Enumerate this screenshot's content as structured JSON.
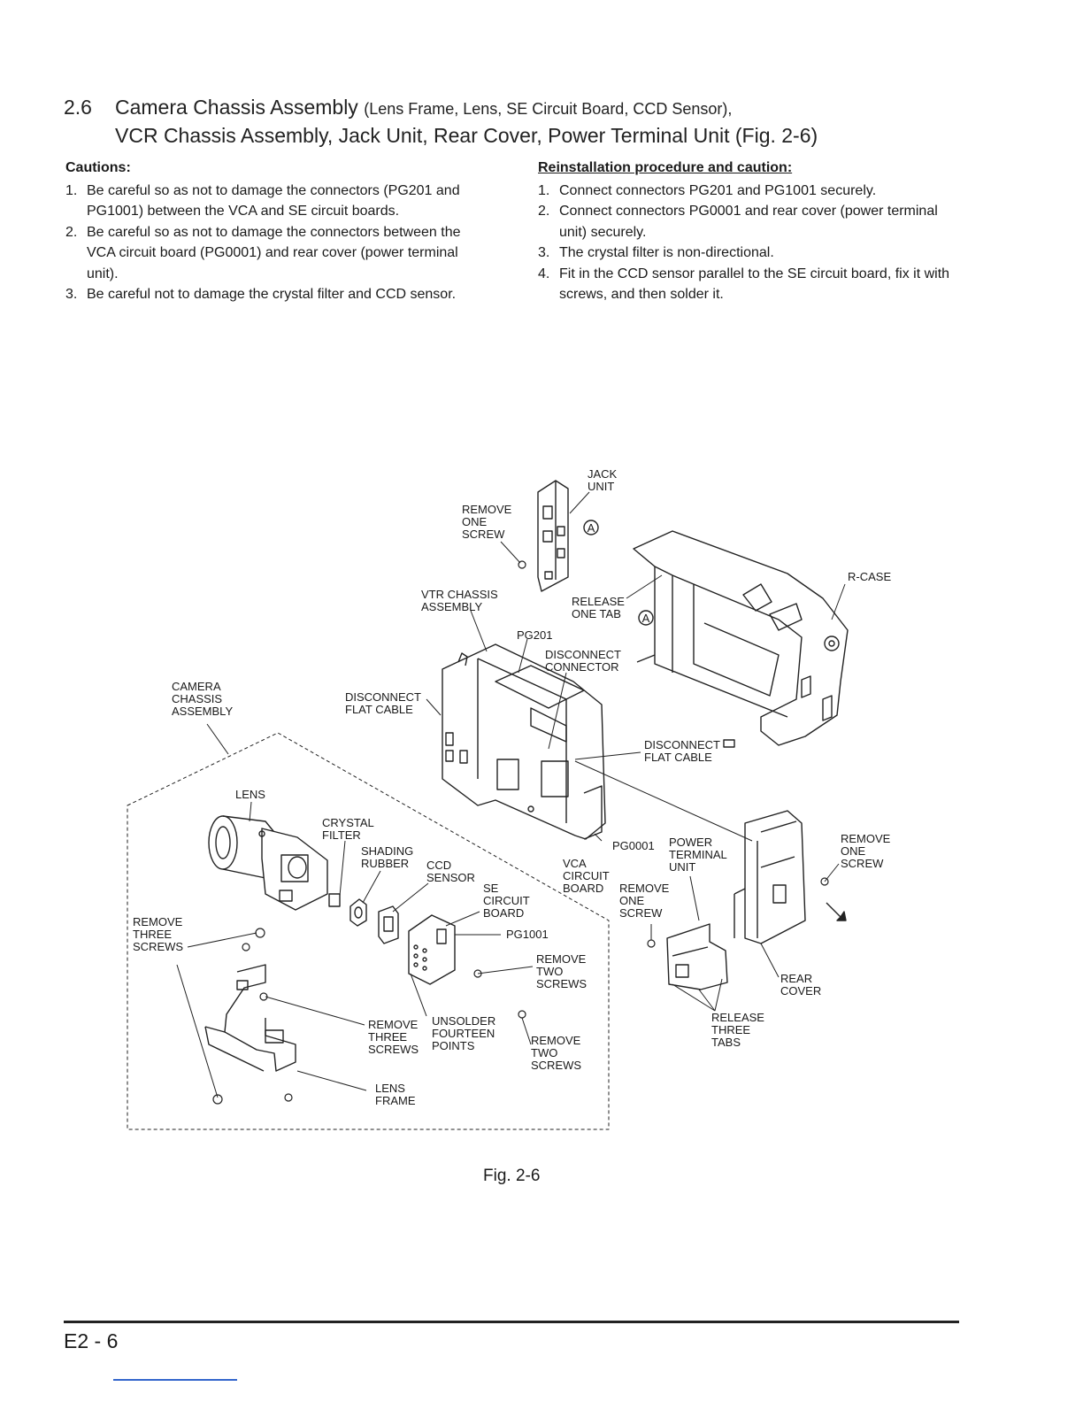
{
  "heading": {
    "number": "2.6",
    "title_main": "Camera Chassis Assembly",
    "title_sub": "(Lens Frame, Lens, SE Circuit Board, CCD Sensor),",
    "line2": "VCR Chassis Assembly, Jack Unit, Rear Cover, Power Terminal Unit  (Fig. 2-6)"
  },
  "cautions": {
    "title": "Cautions:",
    "items": [
      {
        "n": "1.",
        "text": "Be careful so as not to damage the connectors (PG201 and PG1001) between the VCA and SE circuit boards."
      },
      {
        "n": "2.",
        "text": "Be careful so as not to damage the connectors between the VCA circuit board (PG0001) and rear cover (power terminal unit)."
      },
      {
        "n": "3.",
        "text": "Be careful not to damage the crystal filter and CCD sensor."
      }
    ]
  },
  "reinstallation": {
    "title": "Reinstallation procedure and caution:",
    "items": [
      {
        "n": "1.",
        "text": "Connect connectors PG201 and PG1001 securely."
      },
      {
        "n": "2.",
        "text": "Connect connectors PG0001 and rear cover (power terminal unit) securely."
      },
      {
        "n": "3.",
        "text": "The crystal filter is non-directional."
      },
      {
        "n": "4.",
        "text": "Fit in the CCD sensor parallel to the SE circuit board, fix it with screws, and then solder it."
      }
    ]
  },
  "labels": {
    "jack_unit": [
      "JACK",
      "UNIT"
    ],
    "remove_one_screw_top": [
      "REMOVE",
      "ONE",
      "SCREW"
    ],
    "circle_a": "A",
    "r_case": "R-CASE",
    "vtr_chassis": [
      "VTR CHASSIS",
      "ASSEMBLY"
    ],
    "release_one_tab": [
      "RELEASE",
      "ONE TAB"
    ],
    "pg201": "PG201",
    "disconnect_connector": [
      "DISCONNECT",
      "CONNECTOR"
    ],
    "camera_chassis": [
      "CAMERA",
      "CHASSIS",
      "ASSEMBLY"
    ],
    "disconnect_flat_cable_left": [
      "DISCONNECT",
      "FLAT CABLE"
    ],
    "disconnect_flat_cable_right": [
      "DISCONNECT",
      "FLAT CABLE"
    ],
    "lens": "LENS",
    "crystal_filter": [
      "CRYSTAL",
      "FILTER"
    ],
    "shading_rubber": [
      "SHADING",
      "RUBBER"
    ],
    "ccd_sensor": [
      "CCD",
      "SENSOR"
    ],
    "se_circuit_board": [
      "SE",
      "CIRCUIT",
      "BOARD"
    ],
    "vca_circuit_board": [
      "VCA",
      "CIRCUIT",
      "BOARD"
    ],
    "pg0001": "PG0001",
    "power_terminal_unit": [
      "POWER",
      "TERMINAL",
      "UNIT"
    ],
    "remove_one_screw_right": [
      "REMOVE",
      "ONE",
      "SCREW"
    ],
    "remove_one_screw_mid": [
      "REMOVE",
      "ONE",
      "SCREW"
    ],
    "pg1001": "PG1001",
    "remove_two_screws_a": [
      "REMOVE",
      "TWO",
      "SCREWS"
    ],
    "remove_three_screws_left": [
      "REMOVE",
      "THREE",
      "SCREWS"
    ],
    "remove_three_screws_mid": [
      "REMOVE",
      "THREE",
      "SCREWS"
    ],
    "unsolder": [
      "UNSOLDER",
      "FOURTEEN",
      "POINTS"
    ],
    "remove_two_screws_b": [
      "REMOVE",
      "TWO",
      "SCREWS"
    ],
    "lens_frame": [
      "LENS",
      "FRAME"
    ],
    "rear_cover": [
      "REAR",
      "COVER"
    ],
    "release_three_tabs": [
      "RELEASE",
      "THREE",
      "TABS"
    ]
  },
  "figure_caption": "Fig. 2-6",
  "page_number": "E2 - 6"
}
